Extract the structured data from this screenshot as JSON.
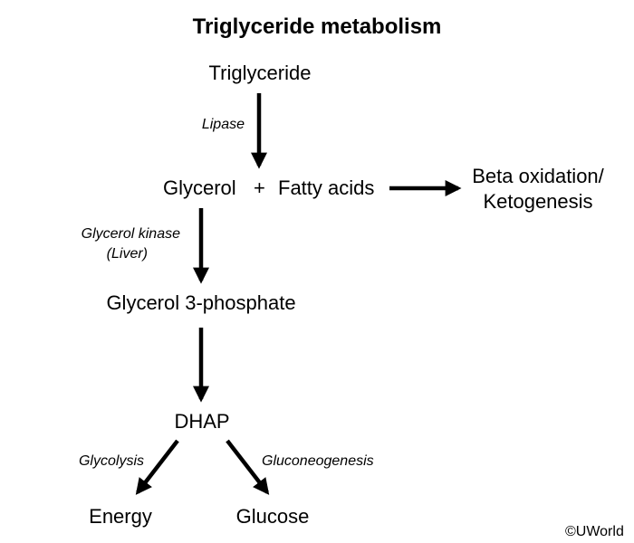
{
  "diagram": {
    "title": "Triglyceride metabolism",
    "nodes": {
      "triglyceride": "Triglyceride",
      "glycerol": "Glycerol",
      "plus": "+",
      "fatty_acids": "Fatty acids",
      "beta_oxidation_line1": "Beta oxidation/",
      "beta_oxidation_line2": "Ketogenesis",
      "glycerol_3_phosphate": "Glycerol 3-phosphate",
      "dhap": "DHAP",
      "energy": "Energy",
      "glucose": "Glucose"
    },
    "enzymes": {
      "lipase": "Lipase",
      "glycerol_kinase_line1": "Glycerol kinase",
      "glycerol_kinase_line2": "(Liver)",
      "glycolysis": "Glycolysis",
      "gluconeogenesis": "Gluconeogenesis"
    },
    "copyright": "©UWorld",
    "colors": {
      "text": "#000000",
      "arrow": "#000000",
      "background": "#ffffff"
    }
  }
}
